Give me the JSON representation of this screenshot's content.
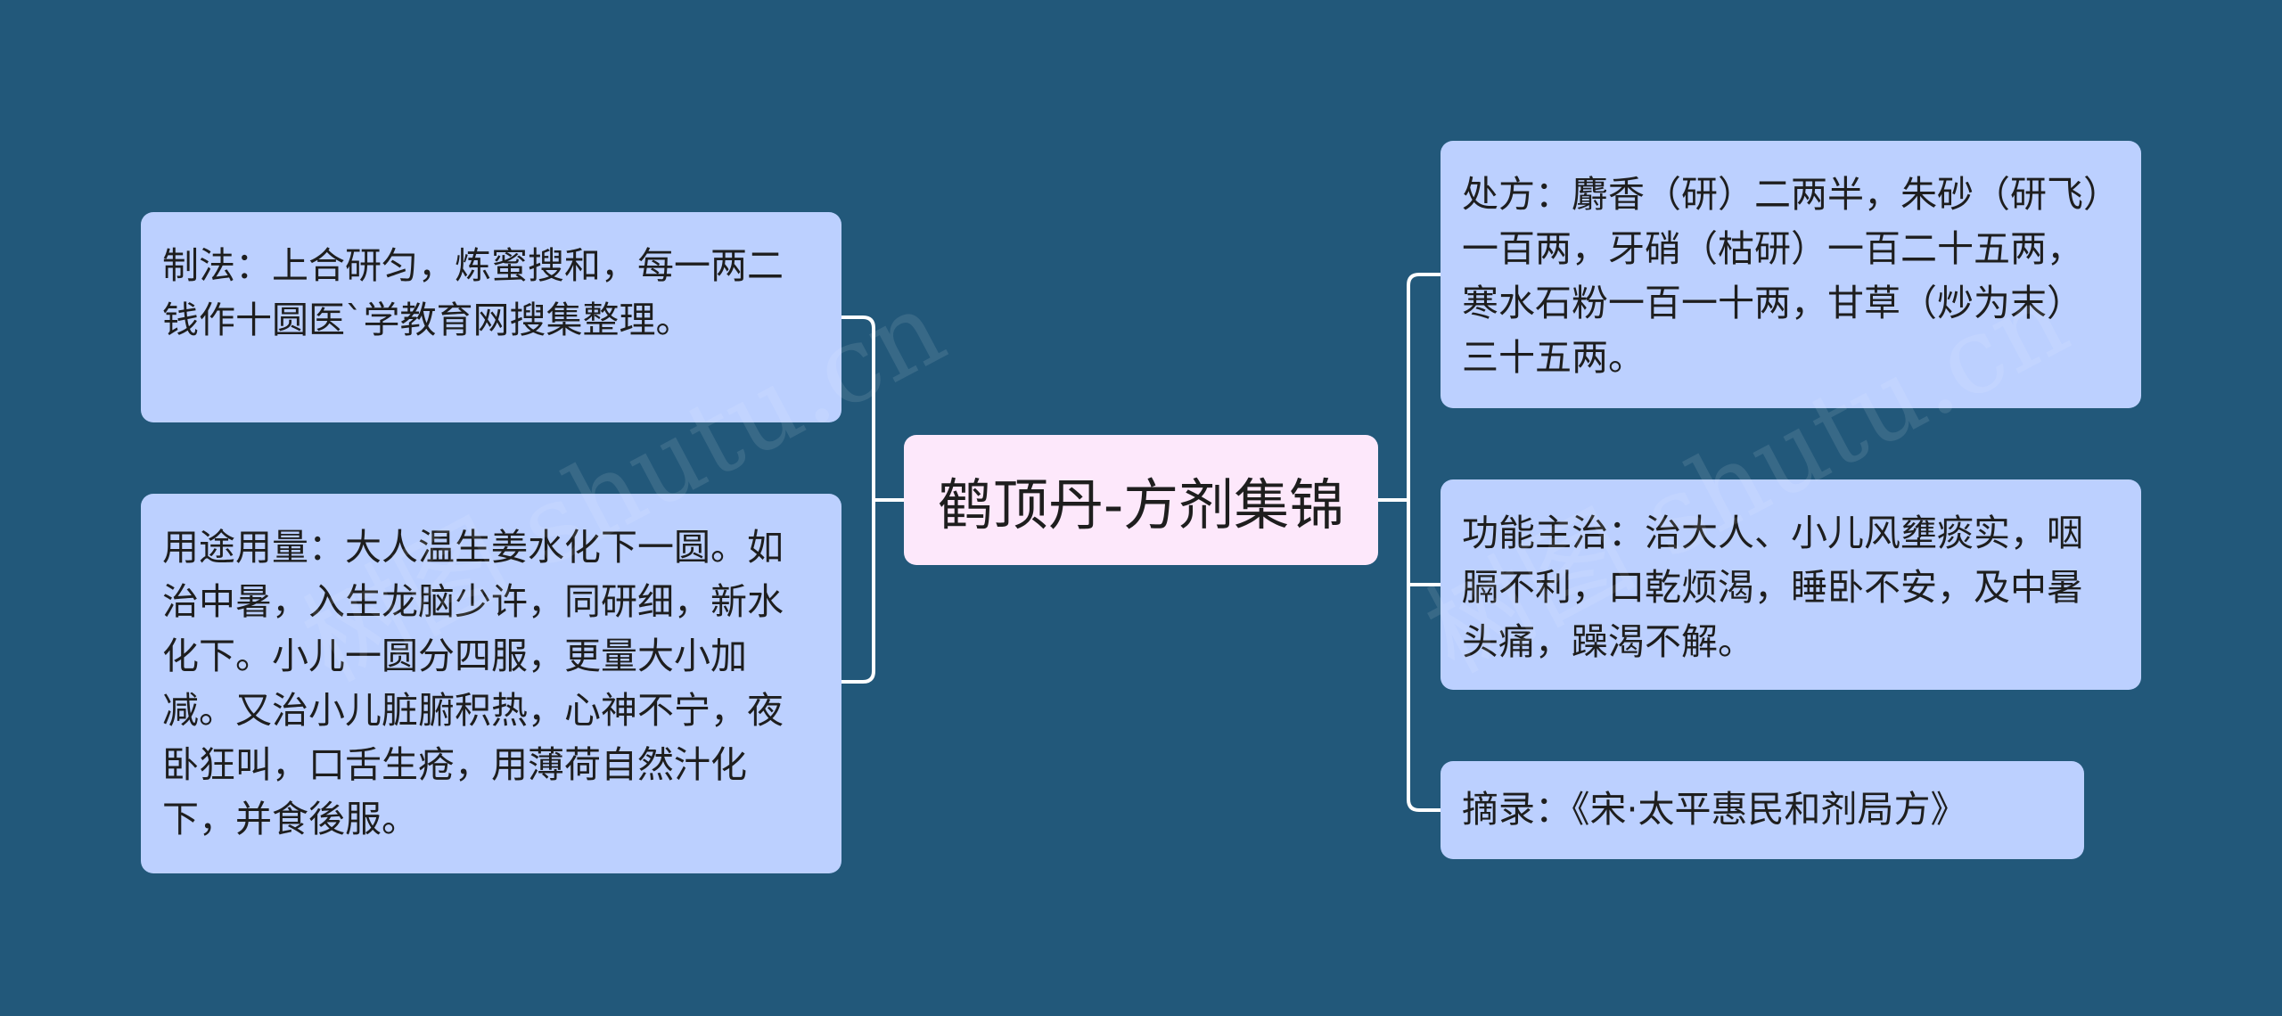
{
  "colors": {
    "background": "#22587a",
    "leaf_node": "#bcd0ff",
    "root_node": "#fde8fb",
    "connector": "#ffffff"
  },
  "root": {
    "label": "鹤顶丹-方剂集锦"
  },
  "left_branches": [
    {
      "text": "制法：上合研匀，炼蜜搜和，每一两二钱作十圆医`学教育网搜集整理。"
    },
    {
      "text": "用途用量：大人温生姜水化下一圆。如治中暑，入生龙脑少许，同研细，新水化下。小儿一圆分四服，更量大小加减。又治小儿脏腑积热，心神不宁，夜卧狂叫，口舌生疮，用薄荷自然汁化下，并食後服。"
    }
  ],
  "right_branches": [
    {
      "text": "处方：麝香（研）二两半，朱砂（研飞）一百两，牙硝（枯研）一百二十五两，寒水石粉一百一十两，甘草（炒为末）三十五两。"
    },
    {
      "text": "功能主治：治大人、小儿风壅痰实，咽膈不利，口乾烦渴，睡卧不安，及中暑头痛，躁渴不解。"
    },
    {
      "text": "摘录：《宋·太平惠民和剂局方》"
    }
  ],
  "watermark": "树图 shutu.cn"
}
